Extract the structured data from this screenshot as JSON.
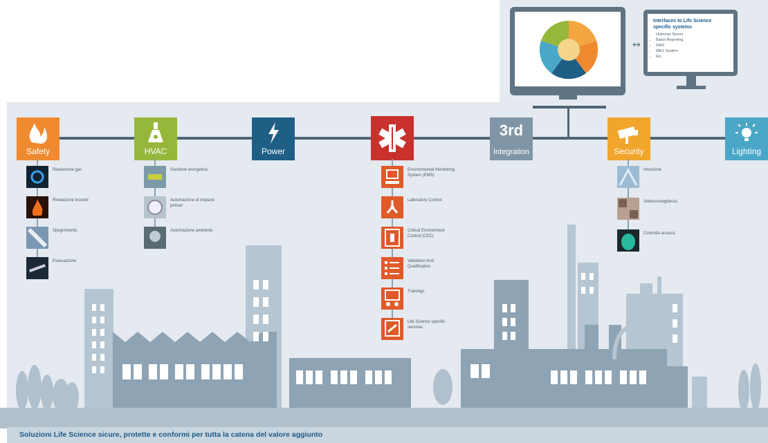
{
  "categories": [
    {
      "id": "safety",
      "label": "Safety",
      "color": "#f08a30"
    },
    {
      "id": "hvac",
      "label": "HVAC",
      "color": "#96b73a"
    },
    {
      "id": "power",
      "label": "Power",
      "color": "#1f5e85"
    },
    {
      "id": "medical",
      "label": "",
      "color": "#c8312c"
    },
    {
      "id": "integration",
      "big": "3rd",
      "label": "Integration",
      "color": "#8096a6"
    },
    {
      "id": "security",
      "label": "Security",
      "color": "#f1a52c"
    },
    {
      "id": "lighting",
      "label": "Lighting",
      "color": "#4aa7c7"
    }
  ],
  "safety_items": [
    "Rivelazione gas",
    "Rivelazione incendi",
    "Spegnimento",
    "Evacuazione"
  ],
  "hvac_items": [
    "Gestione energetica",
    "Automazione di impianti primari",
    "Automazione ambiente"
  ],
  "medical_items": [
    "Environmental Monitoring System (EMS)",
    "Laboratory Control",
    "Critical Environment Control (CEC)",
    "Validation And Qualification",
    "Trainings",
    "Life Science specific services"
  ],
  "security_items": [
    "Intrusione",
    "Videosorveglianza",
    "Controllo accessi"
  ],
  "monitor_panel": {
    "title": "Interfaces to Life Science specific systems",
    "items": [
      "Historian Server",
      "Batch Reporting",
      "DMS",
      "MES System",
      "Etc."
    ],
    "arrow": "↔"
  },
  "caption": "Soluzioni Life Science sicure, protette e conformi per tutta la catena del valore aggiunto"
}
